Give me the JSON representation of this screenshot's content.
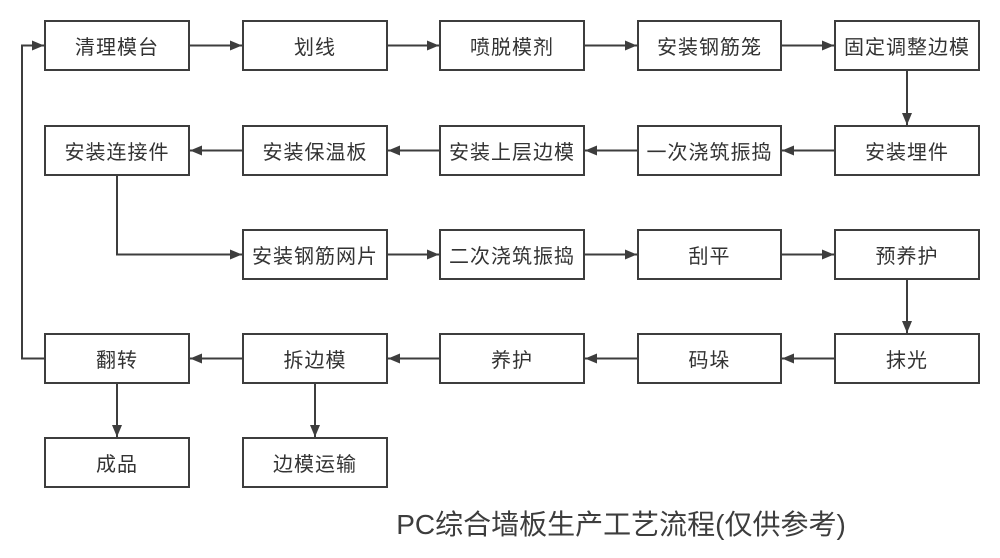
{
  "title": "PC综合墙板生产工艺流程(仅供参考)",
  "colors": {
    "line": "#3d3d3d",
    "box_border": "#3d3d3d",
    "text": "#333333",
    "background": "#ffffff"
  },
  "nodes": [
    {
      "id": "clean-mold-table",
      "label": "清理模台"
    },
    {
      "id": "marking",
      "label": "划线"
    },
    {
      "id": "spray-release-agent",
      "label": "喷脱模剂"
    },
    {
      "id": "install-rebar-cage",
      "label": "安装钢筋笼"
    },
    {
      "id": "fix-adjust-side-mold",
      "label": "固定调整边模"
    },
    {
      "id": "install-embedded-parts",
      "label": "安装埋件"
    },
    {
      "id": "first-pour-vibrate",
      "label": "一次浇筑振捣"
    },
    {
      "id": "install-upper-side-mold",
      "label": "安装上层边模"
    },
    {
      "id": "install-insulation-board",
      "label": "安装保温板"
    },
    {
      "id": "install-connectors",
      "label": "安装连接件"
    },
    {
      "id": "install-rebar-mesh",
      "label": "安装钢筋网片"
    },
    {
      "id": "second-pour-vibrate",
      "label": "二次浇筑振捣"
    },
    {
      "id": "scraping-level",
      "label": "刮平"
    },
    {
      "id": "pre-curing",
      "label": "预养护"
    },
    {
      "id": "polishing",
      "label": "抹光"
    },
    {
      "id": "stacking",
      "label": "码垛"
    },
    {
      "id": "curing",
      "label": "养护"
    },
    {
      "id": "remove-side-mold",
      "label": "拆边模"
    },
    {
      "id": "flipping",
      "label": "翻转"
    },
    {
      "id": "finished-product",
      "label": "成品"
    },
    {
      "id": "side-mold-transport",
      "label": "边模运输"
    }
  ],
  "edges": [
    {
      "from": "clean-mold-table",
      "to": "marking"
    },
    {
      "from": "marking",
      "to": "spray-release-agent"
    },
    {
      "from": "spray-release-agent",
      "to": "install-rebar-cage"
    },
    {
      "from": "install-rebar-cage",
      "to": "fix-adjust-side-mold"
    },
    {
      "from": "fix-adjust-side-mold",
      "to": "install-embedded-parts"
    },
    {
      "from": "install-embedded-parts",
      "to": "first-pour-vibrate"
    },
    {
      "from": "first-pour-vibrate",
      "to": "install-upper-side-mold"
    },
    {
      "from": "install-upper-side-mold",
      "to": "install-insulation-board"
    },
    {
      "from": "install-insulation-board",
      "to": "install-connectors"
    },
    {
      "from": "install-connectors",
      "to": "install-rebar-mesh"
    },
    {
      "from": "install-rebar-mesh",
      "to": "second-pour-vibrate"
    },
    {
      "from": "second-pour-vibrate",
      "to": "scraping-level"
    },
    {
      "from": "scraping-level",
      "to": "pre-curing"
    },
    {
      "from": "pre-curing",
      "to": "polishing"
    },
    {
      "from": "polishing",
      "to": "stacking"
    },
    {
      "from": "stacking",
      "to": "curing"
    },
    {
      "from": "curing",
      "to": "remove-side-mold"
    },
    {
      "from": "remove-side-mold",
      "to": "flipping"
    },
    {
      "from": "flipping",
      "to": "finished-product"
    },
    {
      "from": "remove-side-mold",
      "to": "side-mold-transport"
    },
    {
      "from": "flipping",
      "to": "clean-mold-table"
    }
  ]
}
